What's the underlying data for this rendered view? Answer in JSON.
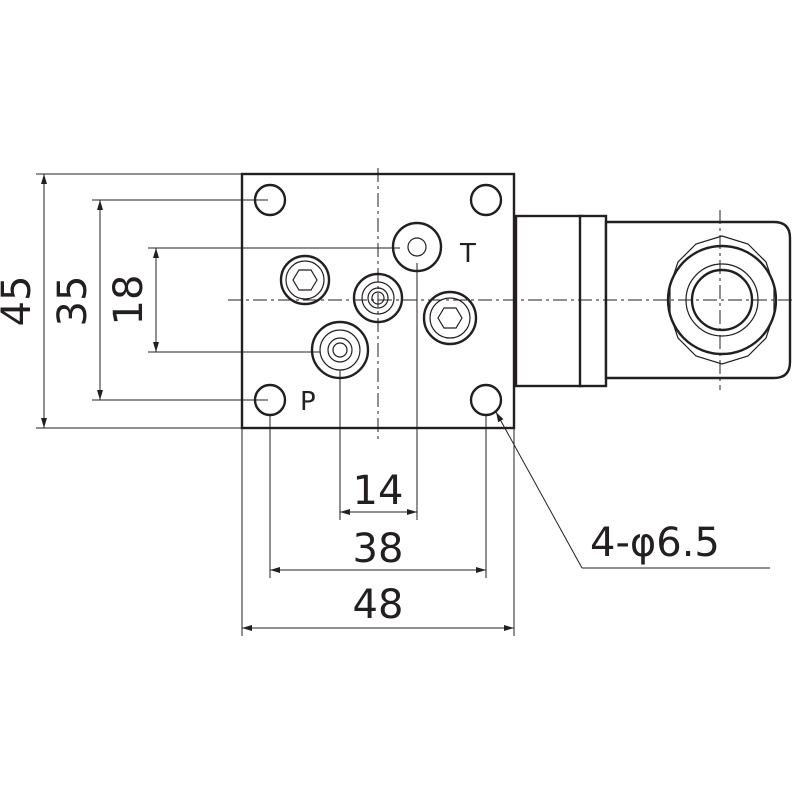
{
  "diagram": {
    "ports": {
      "pressure_label": "P",
      "tank_label": "T"
    },
    "dimensions": {
      "height_overall": "45",
      "height_bolt_pitch": "35",
      "height_port_pitch": "18",
      "width_port_pitch": "14",
      "width_bolt_pitch": "38",
      "width_overall": "48"
    },
    "hole_callout": "4-φ6.5"
  }
}
